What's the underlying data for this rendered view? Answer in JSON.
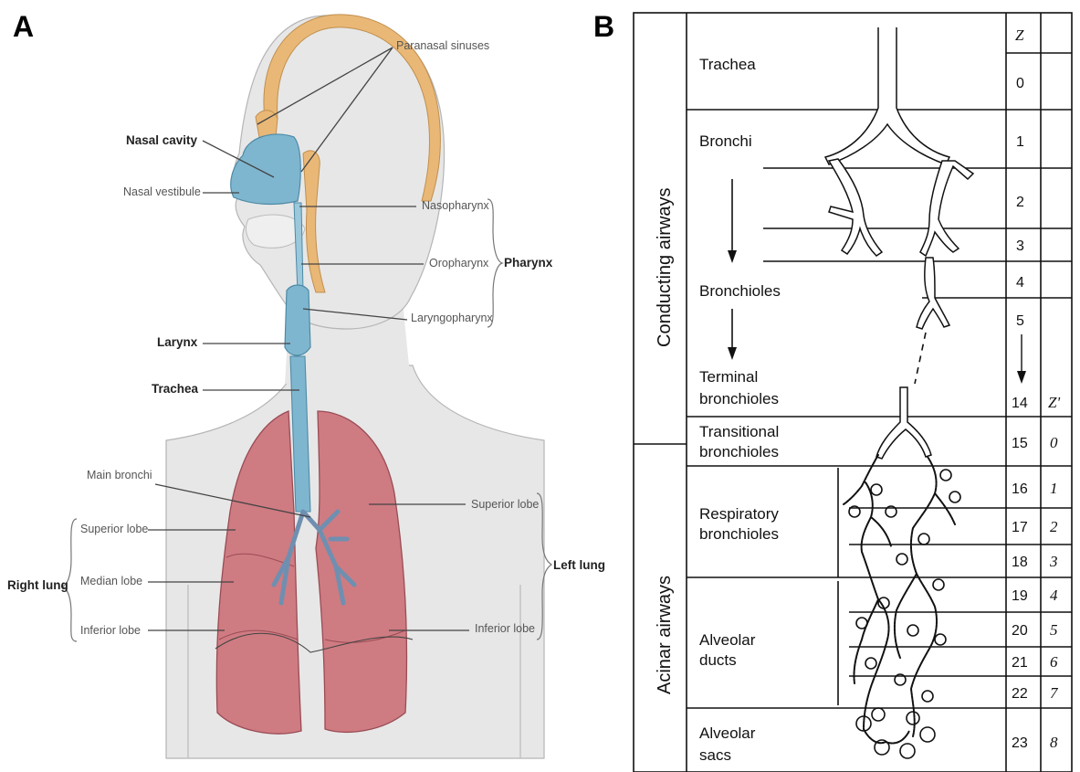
{
  "panel_a": {
    "letter": "A",
    "labels": {
      "paranasal_sinuses": "Paranasal sinuses",
      "nasal_cavity": "Nasal cavity",
      "nasal_vestibule": "Nasal vestibule",
      "nasopharynx": "Nasopharynx",
      "oropharynx": "Oropharynx",
      "pharynx": "Pharynx",
      "laryngopharynx": "Laryngopharynx",
      "larynx": "Larynx",
      "trachea": "Trachea",
      "main_bronchi": "Main bronchi",
      "superior_lobe_right": "Superior lobe",
      "median_lobe": "Median lobe",
      "inferior_lobe_right": "Inferior lobe",
      "right_lung": "Right lung",
      "superior_lobe_left": "Superior lobe",
      "inferior_lobe_left": "Inferior lobe",
      "left_lung": "Left lung"
    },
    "colors": {
      "skin": "#e8e8e8",
      "bone": "#e9b877",
      "airway": "#7fb6cf",
      "lung": "#cf7b82"
    }
  },
  "panel_b": {
    "letter": "B",
    "z_header": "Z",
    "zprime_header": "Z'",
    "zones": {
      "conducting": "Conducting airways",
      "acinar": "Acinar airways"
    },
    "airway_labels": {
      "trachea": "Trachea",
      "bronchi": "Bronchi",
      "bronchioles": "Bronchioles",
      "terminal_1": "Terminal",
      "terminal_2": "bronchioles",
      "transitional_1": "Transitional",
      "transitional_2": "bronchioles",
      "respiratory_1": "Respiratory",
      "respiratory_2": "bronchioles",
      "alveolar_ducts_1": "Alveolar",
      "alveolar_ducts_2": "ducts",
      "alveolar_sacs_1": "Alveolar",
      "alveolar_sacs_2": "sacs"
    },
    "z_values": [
      "0",
      "1",
      "2",
      "3",
      "4",
      "5",
      "14",
      "15",
      "16",
      "17",
      "18",
      "19",
      "20",
      "21",
      "22",
      "23"
    ],
    "zprime_values": [
      "0",
      "1",
      "2",
      "3",
      "4",
      "5",
      "6",
      "7",
      "8"
    ]
  }
}
